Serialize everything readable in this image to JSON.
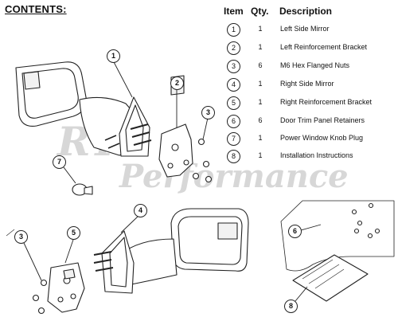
{
  "header": {
    "title": "CONTENTS:",
    "col_item": "Item",
    "col_qty": "Qty.",
    "col_desc": "Description"
  },
  "items": [
    {
      "num": "1",
      "qty": "1",
      "desc": "Left Side Mirror"
    },
    {
      "num": "2",
      "qty": "1",
      "desc": "Left Reinforcement Bracket"
    },
    {
      "num": "3",
      "qty": "6",
      "desc": "M6 Hex Flanged Nuts"
    },
    {
      "num": "4",
      "qty": "1",
      "desc": "Right Side Mirror"
    },
    {
      "num": "5",
      "qty": "1",
      "desc": "Right Reinforcement Bracket"
    },
    {
      "num": "6",
      "qty": "6",
      "desc": "Door Trim Panel Retainers"
    },
    {
      "num": "7",
      "qty": "1",
      "desc": "Power Window Knob Plug"
    },
    {
      "num": "8",
      "qty": "1",
      "desc": "Installation Instructions"
    }
  ],
  "callouts": {
    "c1": "1",
    "c2": "2",
    "c3a": "3",
    "c7": "7",
    "c4": "4",
    "c3b": "3",
    "c5": "5",
    "c6": "6",
    "c8": "8"
  },
  "watermark": {
    "mark": "RT",
    "text": "Performance"
  }
}
